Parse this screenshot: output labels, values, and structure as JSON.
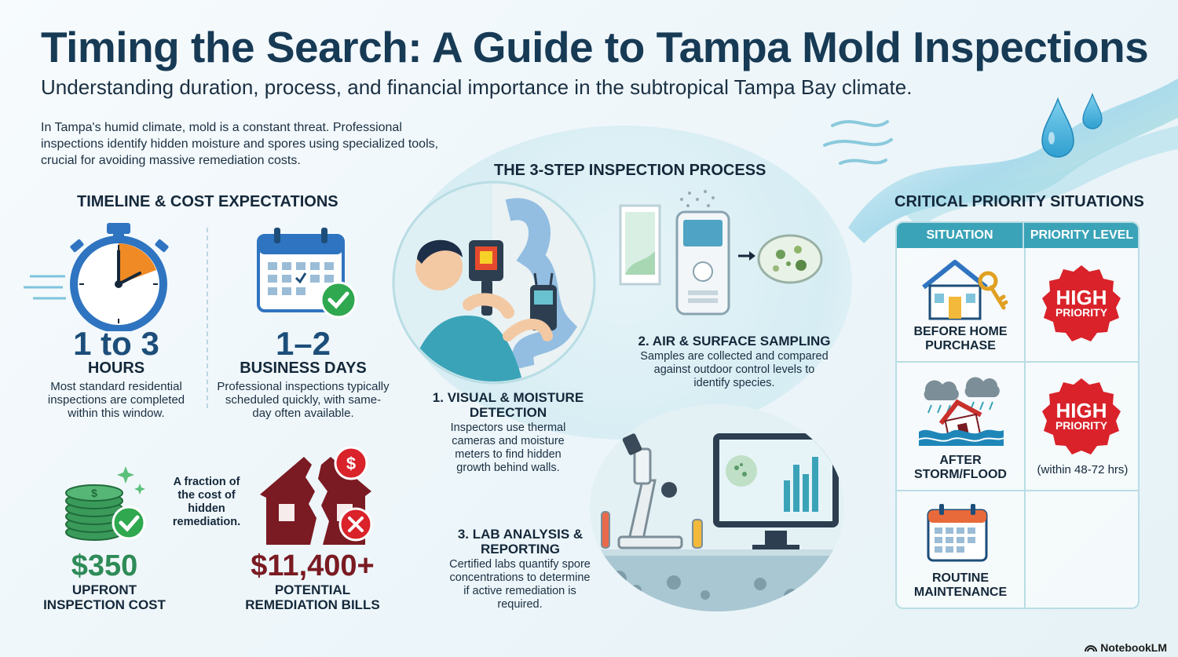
{
  "header": {
    "title": "Timing the Search: A Guide to Tampa Mold Inspections",
    "subtitle": "Understanding duration, process, and financial importance in the subtropical Tampa Bay climate.",
    "intro": "In Tampa's humid climate, mold is a constant threat. Professional inspections identify hidden moisture and spores using specialized tools, crucial for avoiding massive remediation costs."
  },
  "timeline": {
    "heading": "TIMELINE & COST EXPECTATIONS",
    "duration": {
      "value": "1 to 3",
      "unit": "HOURS",
      "desc": "Most standard residential inspections are completed within this window."
    },
    "scheduling": {
      "value": "1–2",
      "unit": "BUSINESS DAYS",
      "desc": "Professional inspections typically scheduled quickly, with same-day often available."
    },
    "note": "A fraction of the cost of hidden remediation.",
    "upfront": {
      "value": "$350",
      "label": "UPFRONT INSPECTION COST"
    },
    "remediation": {
      "value": "$11,400+",
      "label": "POTENTIAL REMEDIATION BILLS"
    }
  },
  "process": {
    "heading": "THE 3-STEP INSPECTION PROCESS",
    "steps": [
      {
        "title": "1. VISUAL & MOISTURE DETECTION",
        "desc": "Inspectors use thermal cameras and moisture meters to find hidden growth behind walls."
      },
      {
        "title": "2. AIR & SURFACE SAMPLING",
        "desc": "Samples are collected and compared against outdoor control levels to identify species."
      },
      {
        "title": "3. LAB ANALYSIS & REPORTING",
        "desc": "Certified labs quantify spore concentrations to determine if active remediation is required."
      }
    ]
  },
  "priority": {
    "heading": "CRITICAL PRIORITY SITUATIONS",
    "columns": [
      "SITUATION",
      "PRIORITY LEVEL"
    ],
    "rows": [
      {
        "situation": "BEFORE HOME PURCHASE",
        "badge_top": "HIGH",
        "badge_bottom": "PRIORITY",
        "note": ""
      },
      {
        "situation": "AFTER STORM/FLOOD",
        "badge_top": "HIGH",
        "badge_bottom": "PRIORITY",
        "note": "(within 48-72 hrs)"
      },
      {
        "situation": "ROUTINE MAINTENANCE",
        "badge_top": "",
        "badge_bottom": "",
        "note": ""
      }
    ]
  },
  "footer": {
    "brand": "NotebookLM"
  },
  "colors": {
    "teal": "#3aa3b8",
    "navy": "#173a55",
    "green": "#2e8b57",
    "maroon": "#7a1a22",
    "red": "#d9222a",
    "orange": "#f08a24"
  }
}
